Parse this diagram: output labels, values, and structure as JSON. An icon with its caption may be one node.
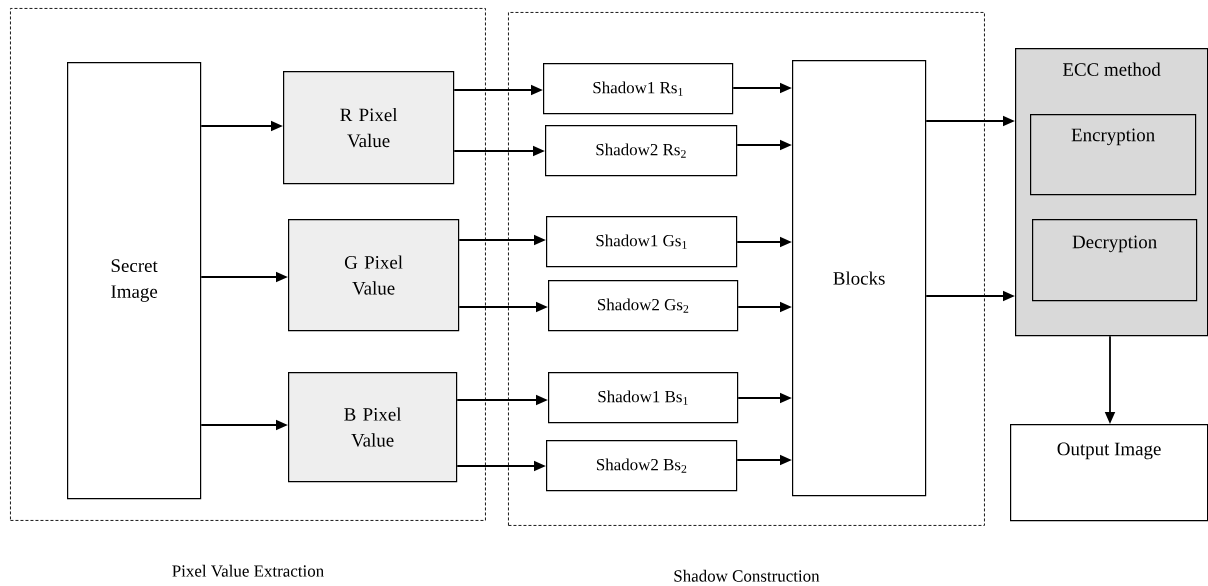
{
  "diagram": {
    "nodes": [
      {
        "text": [
          "Pixel Value Extraction"
        ]
      },
      {
        "text": [
          "Shadow Construction"
        ]
      },
      {
        "text": [
          "Secret Image"
        ],
        "in": 0
      },
      {
        "text": [
          "R Pixel Value"
        ],
        "in": 0
      },
      {
        "text": [
          "G Pixel Value"
        ],
        "in": 0
      },
      {
        "text": [
          "B Pixel Value"
        ],
        "in": 0
      },
      {
        "text": [
          "Shadow1 Rs$_{1}$"
        ],
        "in": 1
      },
      {
        "text": [
          "Shadow2 Rs$_{2}$"
        ],
        "in": 1
      },
      {
        "text": [
          "Shadow1 Gs$_{1}$"
        ],
        "in": 1
      },
      {
        "text": [
          "Shadow2 Gs$_{2}$"
        ],
        "in": 1
      },
      {
        "text": [
          "Shadow1 Bs$_{1}$"
        ],
        "in": 1
      },
      {
        "text": [
          "Shadow2 Bs$_{2}$"
        ],
        "in": 1
      },
      {
        "text": [
          "Blocks"
        ],
        "in": 1
      },
      {
        "text": [
          "ECC method"
        ]
      },
      {
        "text": [
          "Encryption"
        ],
        "in": 13
      },
      {
        "text": [
          "Decryption"
        ],
        "in": 13
      },
      {
        "text": [
          "Output Image"
        ]
      }
    ],
    "edges": [
      {
        "from": 2,
        "to": 3,
        "arrow": "to"
      },
      {
        "from": 2,
        "to": 4,
        "arrow": "to"
      },
      {
        "from": 2,
        "to": 5,
        "arrow": "to"
      },
      {
        "from": 3,
        "to": 6,
        "arrow": "to"
      },
      {
        "from": 3,
        "to": 7,
        "arrow": "to"
      },
      {
        "from": 4,
        "to": 8,
        "arrow": "to"
      },
      {
        "from": 4,
        "to": 9,
        "arrow": "to"
      },
      {
        "from": 5,
        "to": 10,
        "arrow": "to"
      },
      {
        "from": 5,
        "to": 11,
        "arrow": "to"
      },
      {
        "from": 6,
        "to": 12,
        "arrow": "to"
      },
      {
        "from": 7,
        "to": 12,
        "arrow": "to"
      },
      {
        "from": 8,
        "to": 12,
        "arrow": "to"
      },
      {
        "from": 9,
        "to": 12,
        "arrow": "to"
      },
      {
        "from": 10,
        "to": 12,
        "arrow": "to"
      },
      {
        "from": 11,
        "to": 12,
        "arrow": "to"
      },
      {
        "from": 12,
        "to": 13,
        "arrow": "to"
      },
      {
        "from": 12,
        "to": 13,
        "arrow": "to"
      },
      {
        "from": 13,
        "to": 16,
        "arrow": "to"
      }
    ]
  }
}
